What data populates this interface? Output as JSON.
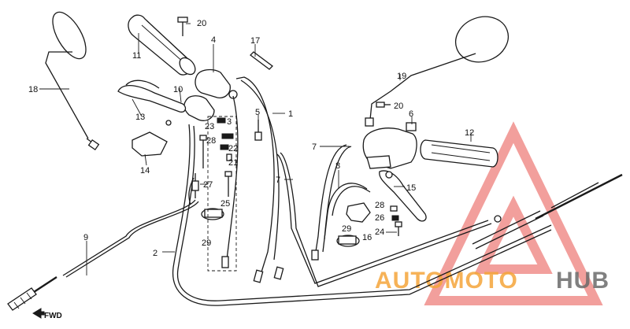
{
  "watermark": {
    "brand_orange": "AUTOMOTO",
    "brand_grey": "HUB",
    "orange_color": "#f5a53a",
    "grey_color": "#6a6a6a",
    "triangle_color": "#e8504a"
  },
  "direction_label": "FWD",
  "part_numbers": {
    "p1": "1",
    "p2": "2",
    "p3": "3",
    "p4": "4",
    "p5": "5",
    "p6": "6",
    "p7a": "7",
    "p7b": "7",
    "p8": "8",
    "p9": "9",
    "p10": "10",
    "p11": "11",
    "p12": "12",
    "p13": "13",
    "p14": "14",
    "p15": "15",
    "p16": "16",
    "p17": "17",
    "p18": "18",
    "p19": "19",
    "p20a": "20",
    "p20b": "20",
    "p21": "21",
    "p22": "22",
    "p23": "23",
    "p24": "24",
    "p25": "25",
    "p26": "26",
    "p27": "27",
    "p28a": "28",
    "p28b": "28",
    "p29a": "29",
    "p29b": "29"
  }
}
